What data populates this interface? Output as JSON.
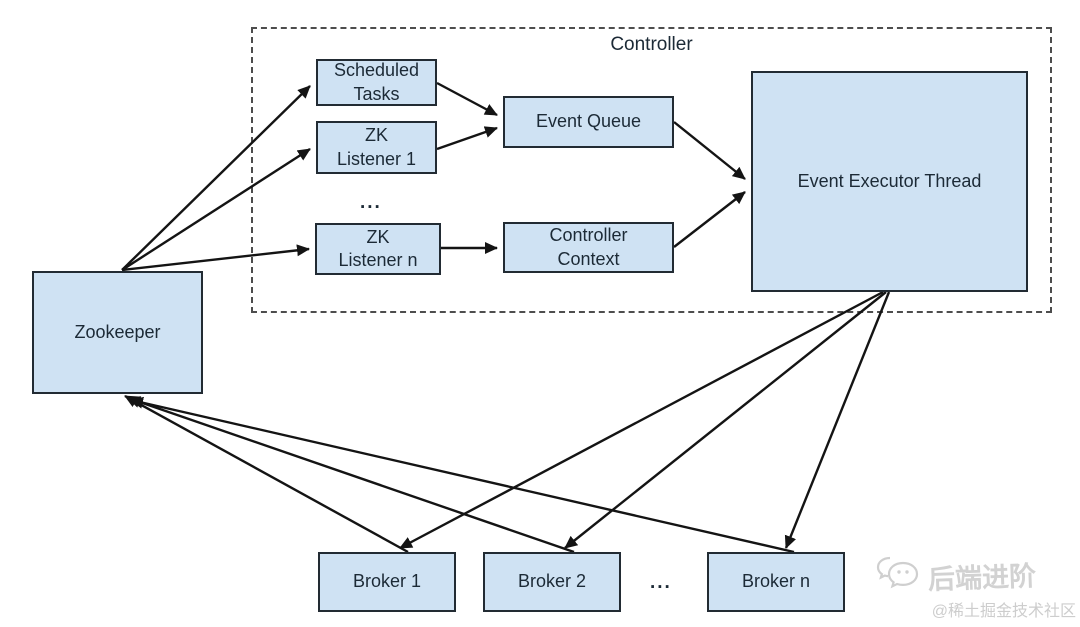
{
  "diagram": {
    "group": {
      "label": "Controller"
    },
    "nodes": {
      "zookeeper": {
        "label": "Zookeeper"
      },
      "scheduled_tasks": {
        "label": "Scheduled\nTasks"
      },
      "zk_listener_1": {
        "label": "ZK\nListener 1"
      },
      "listeners_ellipsis": {
        "label": "..."
      },
      "zk_listener_n": {
        "label": "ZK\nListener n"
      },
      "event_queue": {
        "label": "Event Queue"
      },
      "controller_context": {
        "label": "Controller\nContext"
      },
      "event_executor_thread": {
        "label": "Event Executor Thread"
      },
      "broker_1": {
        "label": "Broker 1"
      },
      "broker_2": {
        "label": "Broker 2"
      },
      "brokers_ellipsis": {
        "label": "..."
      },
      "broker_n": {
        "label": "Broker n"
      }
    },
    "edges": [
      {
        "from": "zookeeper",
        "to": "scheduled_tasks"
      },
      {
        "from": "zookeeper",
        "to": "zk_listener_1"
      },
      {
        "from": "zookeeper",
        "to": "zk_listener_n"
      },
      {
        "from": "scheduled_tasks",
        "to": "event_queue"
      },
      {
        "from": "zk_listener_1",
        "to": "event_queue"
      },
      {
        "from": "zk_listener_n",
        "to": "controller_context"
      },
      {
        "from": "event_queue",
        "to": "event_executor_thread"
      },
      {
        "from": "controller_context",
        "to": "event_executor_thread"
      },
      {
        "from": "event_executor_thread",
        "to": "broker_1"
      },
      {
        "from": "event_executor_thread",
        "to": "broker_2"
      },
      {
        "from": "event_executor_thread",
        "to": "broker_n"
      },
      {
        "from": "broker_1",
        "to": "zookeeper"
      },
      {
        "from": "broker_2",
        "to": "zookeeper"
      },
      {
        "from": "broker_n",
        "to": "zookeeper"
      }
    ],
    "colors": {
      "node_fill": "#cfe2f3",
      "node_border": "#222b33",
      "arrow": "#141414",
      "dashed_border": "#4d4d4d",
      "text": "#1c2a36",
      "watermark_text": "#d2d2d2"
    }
  },
  "watermark": {
    "icon": "chat-bubbles-icon",
    "title": "后端进阶",
    "subtitle": "@稀土掘金技术社区"
  }
}
